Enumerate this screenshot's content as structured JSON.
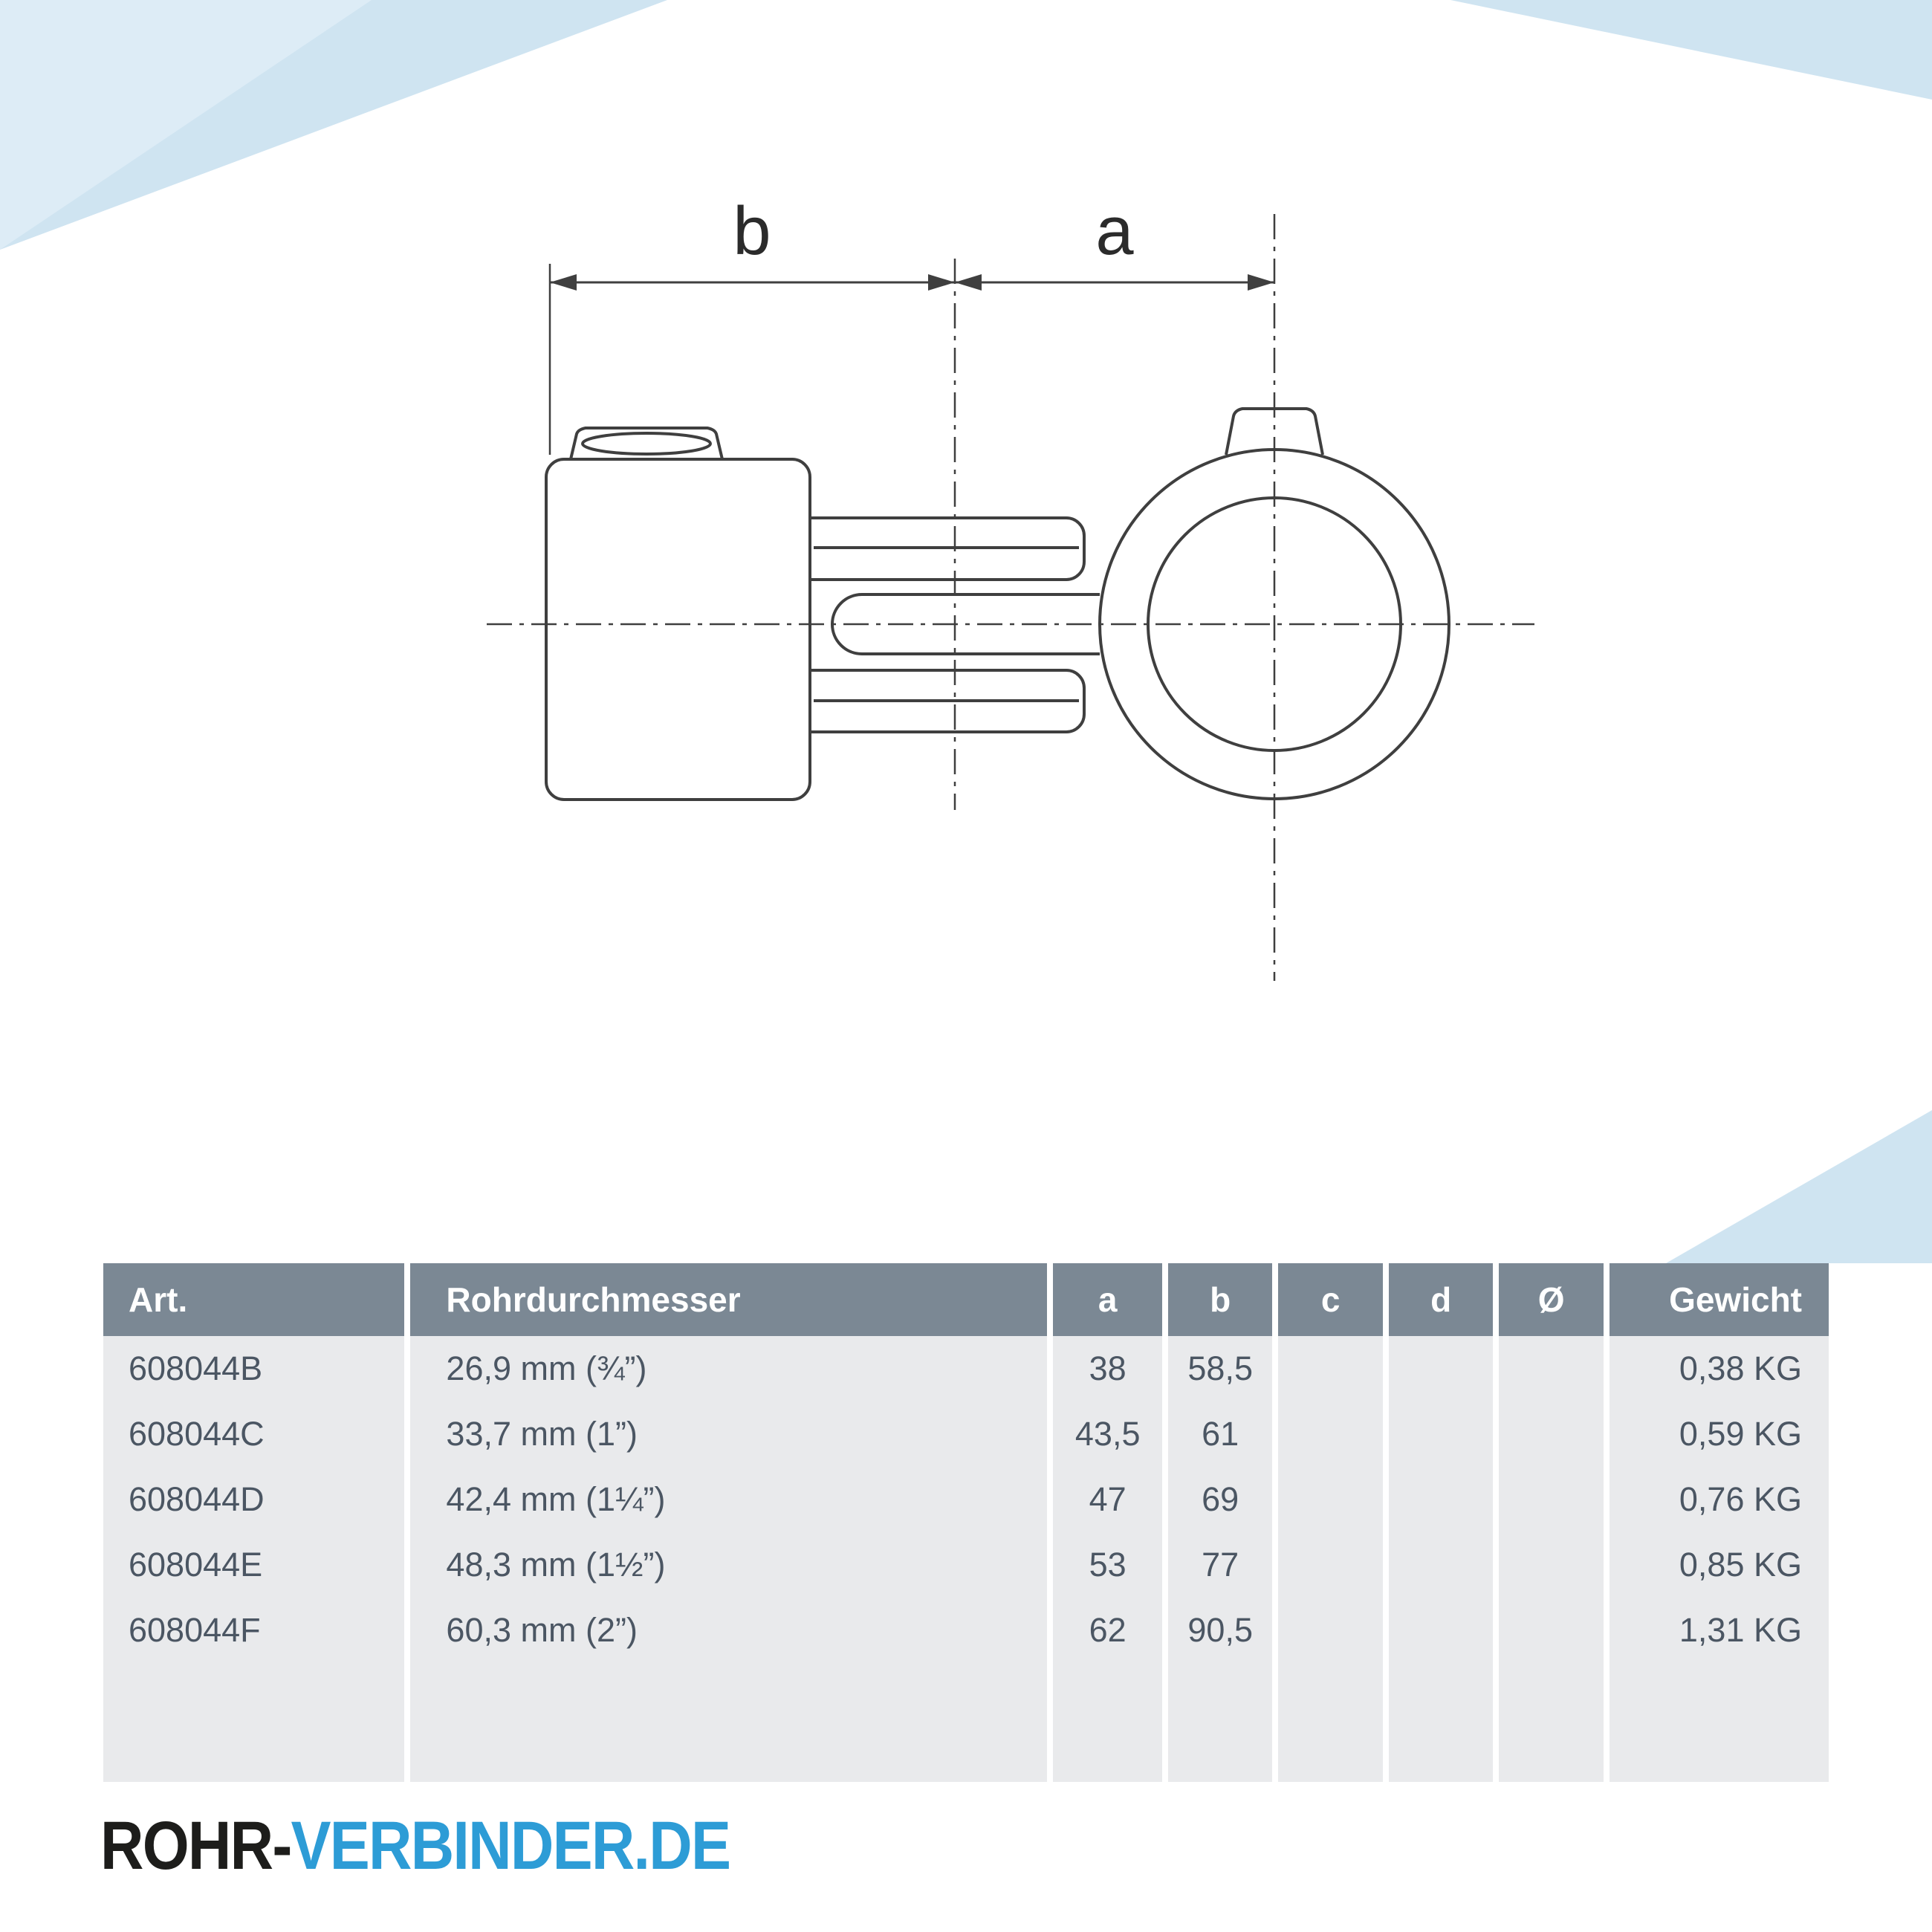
{
  "colors": {
    "accent_light_blue": "#cfe4f1",
    "table_header_bg": "#7b8894",
    "table_row_bg": "#e9eaec",
    "table_text": "#4b5663",
    "table_header_text": "#ffffff",
    "logo_dark": "#1d1d1b",
    "logo_blue": "#2d9cd6",
    "drawing_line": "#3f3f3f"
  },
  "drawing": {
    "label_b": "b",
    "label_a": "a"
  },
  "table": {
    "headers": [
      "Art.",
      "Rohrdurchmesser",
      "a",
      "b",
      "c",
      "d",
      "Ø",
      "Gewicht"
    ],
    "rows": [
      [
        "608044B",
        "26,9 mm (¾”)",
        "38",
        "58,5",
        "",
        "",
        "",
        "0,38 KG"
      ],
      [
        "608044C",
        "33,7 mm (1”)",
        "43,5",
        "61",
        "",
        "",
        "",
        "0,59 KG"
      ],
      [
        "608044D",
        "42,4 mm (1¼”)",
        "47",
        "69",
        "",
        "",
        "",
        "0,76 KG"
      ],
      [
        "608044E",
        "48,3 mm (1½”)",
        "53",
        "77",
        "",
        "",
        "",
        "0,85 KG"
      ],
      [
        "608044F",
        "60,3 mm (2”)",
        "62",
        "90,5",
        "",
        "",
        "",
        "1,31 KG"
      ]
    ]
  },
  "logo": {
    "part1": "ROHR-",
    "part2": "VERBINDER.DE"
  }
}
